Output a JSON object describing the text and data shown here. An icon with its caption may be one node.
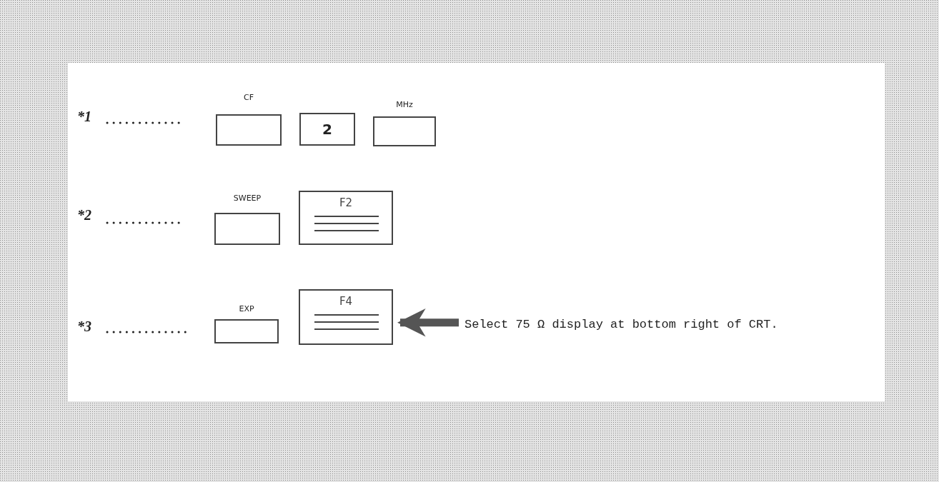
{
  "diagram": {
    "nodes": [
      {
        "text": [
          "*1"
        ]
      },
      {
        "text": [
          "CF"
        ]
      },
      {
        "text": [
          "2"
        ]
      },
      {
        "text": [
          "MHz"
        ]
      },
      {
        "text": [
          "*2"
        ]
      },
      {
        "text": [
          "SWEEP"
        ]
      },
      {
        "text": [
          "F2"
        ]
      },
      {
        "text": [
          "*3"
        ]
      },
      {
        "text": [
          "EXP"
        ]
      },
      {
        "text": [
          "F4"
        ]
      },
      {
        "text": [
          "Select 75 Ω display at bottom right of CRT."
        ]
      }
    ],
    "edges": [
      {
        "from": 0,
        "to": null,
        "arrow": "none",
        "style": "dashed"
      },
      {
        "from": 4,
        "to": null,
        "arrow": "none",
        "style": "dashed"
      },
      {
        "from": 7,
        "to": null,
        "arrow": "none",
        "style": "dashed"
      },
      {
        "from": 10,
        "to": 9,
        "arrow": "to",
        "style": "thick",
        "color": "#555555"
      }
    ]
  }
}
